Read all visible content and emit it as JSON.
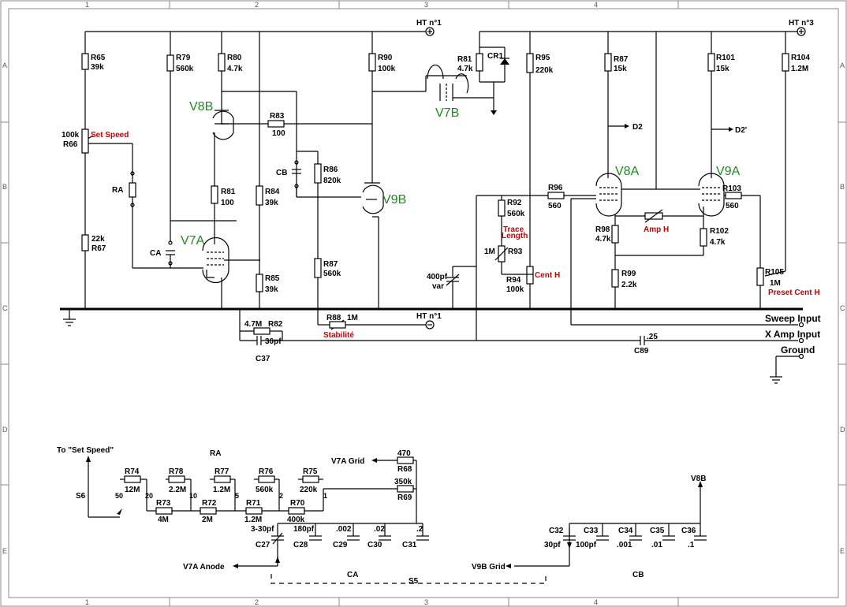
{
  "grid": {
    "columns": [
      "1",
      "2",
      "3",
      "4"
    ],
    "rows": [
      "A",
      "B",
      "C",
      "D",
      "E"
    ]
  },
  "supply": {
    "ht1": "HT n°1",
    "ht1_lower": "HT n°1",
    "ht3": "HT n°3"
  },
  "tubes": {
    "v8b": "V8B",
    "v7a": "V7A",
    "v9b": "V9B",
    "v7b": "V7B",
    "v8a": "V8A",
    "v9a": "V9A"
  },
  "resistors": {
    "r65": {
      "ref": "R65",
      "val": "39k"
    },
    "r66": {
      "ref": "R66",
      "val": "100k"
    },
    "r67": {
      "ref": "R67",
      "val": "22k"
    },
    "r79": {
      "ref": "R79",
      "val": "560k"
    },
    "r80": {
      "ref": "R80",
      "val": "4.7k"
    },
    "r81a": {
      "ref": "R81",
      "val": "100"
    },
    "r83": {
      "ref": "R83",
      "val": "100"
    },
    "r84": {
      "ref": "R84",
      "val": "39k"
    },
    "r85": {
      "ref": "R85",
      "val": "39k"
    },
    "r86": {
      "ref": "R86",
      "val": "820k"
    },
    "r87a": {
      "ref": "R87",
      "val": "560k"
    },
    "r90": {
      "ref": "R90",
      "val": "100k"
    },
    "r88": {
      "ref": "R88",
      "val": "1M"
    },
    "r82": {
      "ref": "R82",
      "val": "4.7M"
    },
    "r81b": {
      "ref": "R81",
      "val": "4.7k"
    },
    "r95": {
      "ref": "R95",
      "val": "220k"
    },
    "r92": {
      "ref": "R92",
      "val": "560k"
    },
    "r93": {
      "ref": "R93",
      "val": "1M"
    },
    "r94": {
      "ref": "R94",
      "val": "100k"
    },
    "r96": {
      "ref": "R96",
      "val": "560"
    },
    "r87b": {
      "ref": "R87",
      "val": "15k"
    },
    "r98": {
      "ref": "R98",
      "val": "4.7k"
    },
    "r99": {
      "ref": "R99",
      "val": "2.2k"
    },
    "r101": {
      "ref": "R101",
      "val": "15k"
    },
    "r102": {
      "ref": "R102",
      "val": "4.7k"
    },
    "r103": {
      "ref": "R103",
      "val": "560"
    },
    "r104": {
      "ref": "R104",
      "val": "1.2M"
    },
    "r105": {
      "ref": "R105",
      "val": "1M"
    }
  },
  "others": {
    "ra": "RA",
    "ca": "CA",
    "cb": "CB",
    "cr1": "CR1",
    "c37": "C37",
    "c37_val": "30pf",
    "c89": "C89",
    "c89_val": ".25",
    "var_cap": "400pf",
    "var_cap2": "var",
    "d2": "D2",
    "d2p": "D2'"
  },
  "controls": {
    "set_speed": "Set Speed",
    "stabilite": "Stabilité",
    "trace": "Trace",
    "length": "Length",
    "cent_h": "Cent H",
    "amp_h": "Amp H",
    "preset_cent_h": "Preset Cent H"
  },
  "terminals": {
    "sweep": "Sweep Input",
    "xamp": "X Amp Input",
    "ground": "Ground"
  },
  "sub_ra": {
    "to_set_speed": "To \"Set Speed\"",
    "title": "RA",
    "s6": "S6",
    "top": [
      {
        "ref": "R74",
        "val": "12M"
      },
      {
        "ref": "R78",
        "val": "2.2M"
      },
      {
        "ref": "R77",
        "val": "1.2M"
      },
      {
        "ref": "R76",
        "val": "560k"
      },
      {
        "ref": "R75",
        "val": "220k"
      }
    ],
    "bottom": [
      {
        "ref": "R73",
        "val": "4M"
      },
      {
        "ref": "R72",
        "val": "2M"
      },
      {
        "ref": "R71",
        "val": "1.2M"
      },
      {
        "ref": "R70",
        "val": "400k"
      }
    ],
    "positions": [
      "50",
      "20",
      "10",
      "5",
      "2",
      "1"
    ],
    "v7a_grid": "V7A Grid",
    "r68": "R68",
    "r68_val": "470",
    "r69": "R69",
    "r69_val": "350k"
  },
  "sub_ca": {
    "caps": [
      {
        "ref": "C27",
        "val": "3-30pf"
      },
      {
        "ref": "C28",
        "val": "180pf"
      },
      {
        "ref": "C29",
        "val": ".002"
      },
      {
        "ref": "C30",
        "val": ".02"
      },
      {
        "ref": "C31",
        "val": ".2"
      }
    ],
    "v7a_anode": "V7A Anode",
    "title": "CA",
    "s5": "S5",
    "v9b_grid": "V9B Grid"
  },
  "sub_cb": {
    "caps": [
      {
        "ref": "C32",
        "val": "30pf"
      },
      {
        "ref": "C33",
        "val": "100pf"
      },
      {
        "ref": "C34",
        "val": ".001"
      },
      {
        "ref": "C35",
        "val": ".01"
      },
      {
        "ref": "C36",
        "val": ".1"
      }
    ],
    "v8b": "V8B",
    "title": "CB"
  }
}
